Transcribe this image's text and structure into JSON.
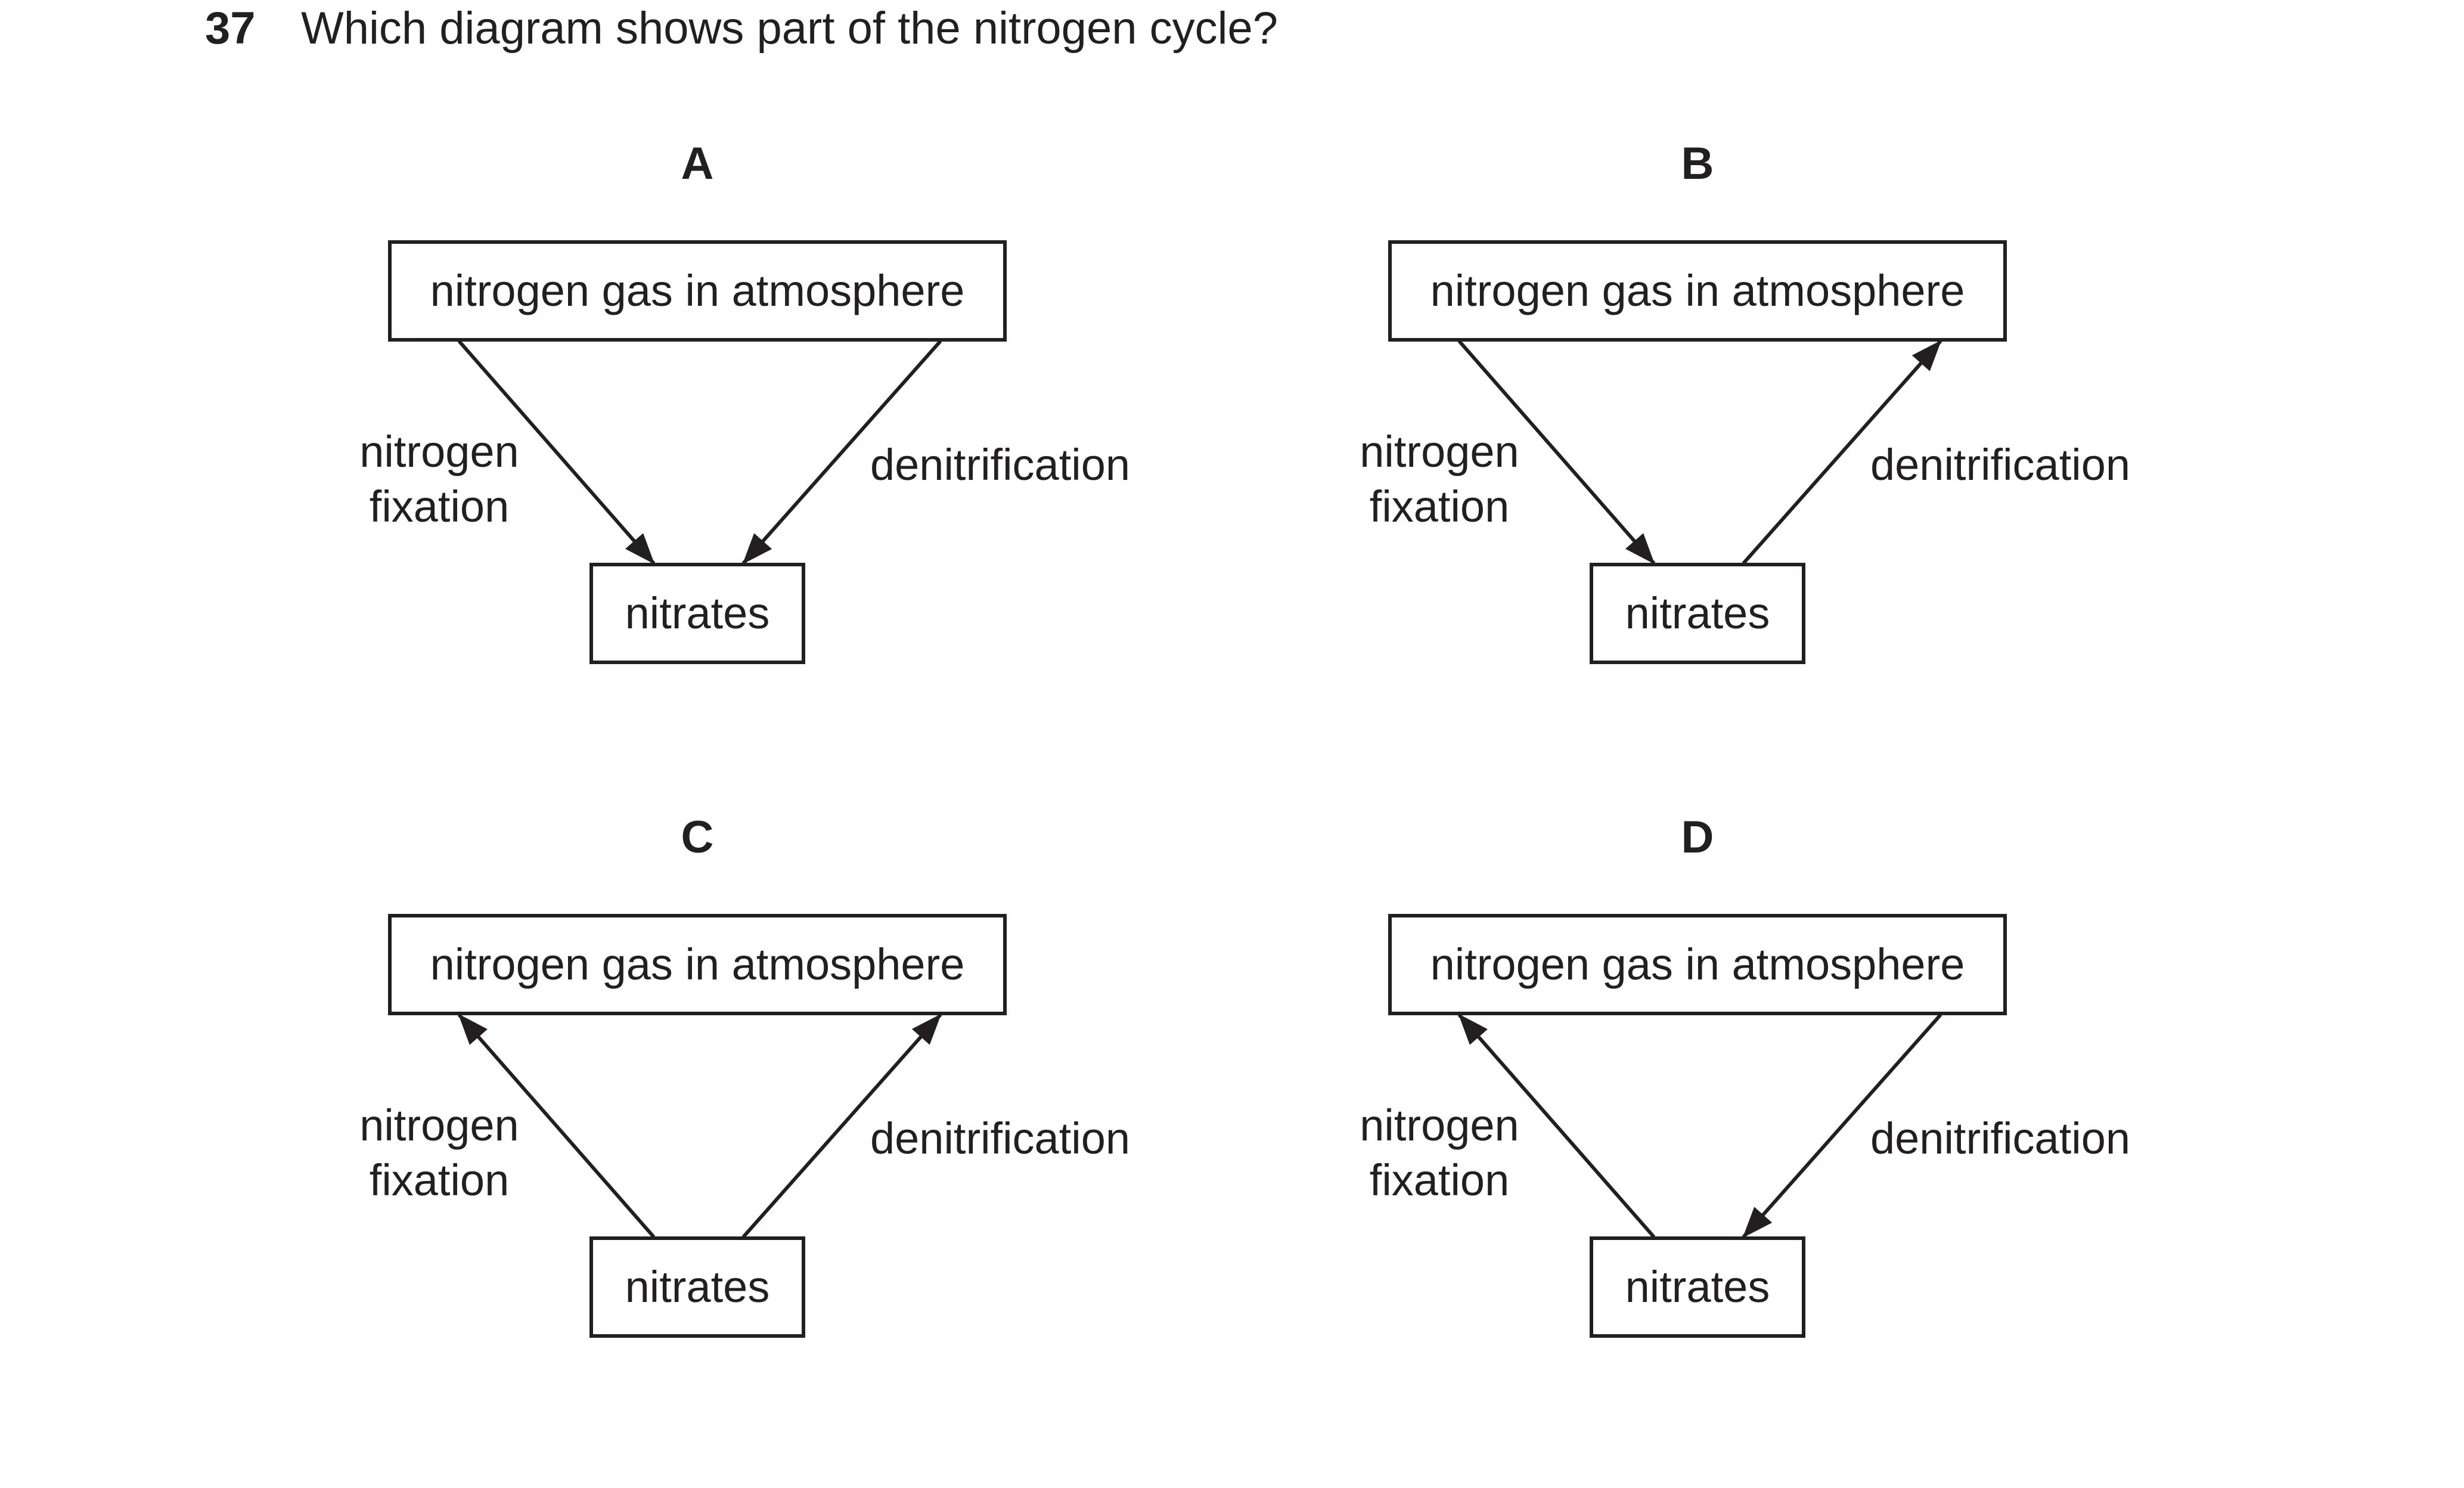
{
  "question": {
    "number": "37",
    "text": "Which diagram shows part of the nitrogen cycle?"
  },
  "options": [
    {
      "letter": "A",
      "top_box": "nitrogen gas in atmosphere",
      "bottom_box": "nitrates",
      "left_label": [
        "nitrogen",
        "fixation"
      ],
      "right_label": "denitrification",
      "left_arrow": "down",
      "right_arrow": "down"
    },
    {
      "letter": "B",
      "top_box": "nitrogen gas in atmosphere",
      "bottom_box": "nitrates",
      "left_label": [
        "nitrogen",
        "fixation"
      ],
      "right_label": "denitrification",
      "left_arrow": "down",
      "right_arrow": "up"
    },
    {
      "letter": "C",
      "top_box": "nitrogen gas in atmosphere",
      "bottom_box": "nitrates",
      "left_label": [
        "nitrogen",
        "fixation"
      ],
      "right_label": "denitrification",
      "left_arrow": "up",
      "right_arrow": "up"
    },
    {
      "letter": "D",
      "top_box": "nitrogen gas in atmosphere",
      "bottom_box": "nitrates",
      "left_label": [
        "nitrogen",
        "fixation"
      ],
      "right_label": "denitrification",
      "left_arrow": "up",
      "right_arrow": "down"
    }
  ],
  "colors": {
    "ink": "#231f20",
    "background": "#ffffff"
  }
}
